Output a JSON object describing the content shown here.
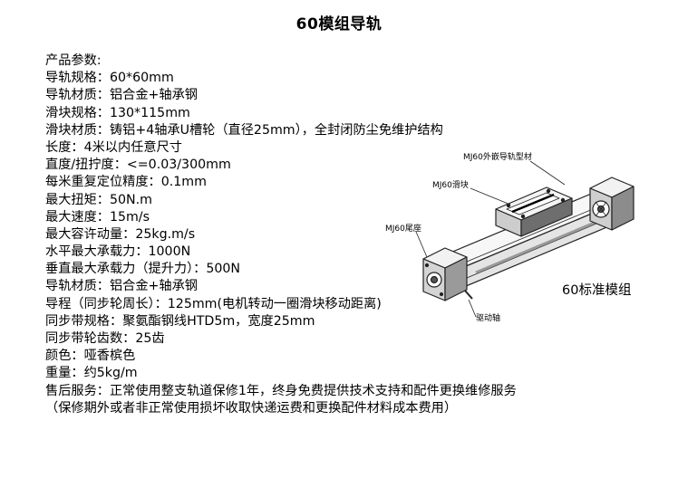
{
  "title": "60模组导轨",
  "specs": [
    "产品参数:",
    "导轨规格：60*60mm",
    "导轨材质：铝合金+轴承钢",
    "滑块规格：130*115mm",
    "滑块材质：铸铝+4轴承U槽轮（直径25mm），全封闭防尘免维护结构",
    "长度：4米以内任意尺寸",
    "直度/扭拧度：<=0.03/300mm",
    "每米重复定位精度：0.1mm",
    "最大扭矩：50N.m",
    "最大速度：15m/s",
    "最大容许动量：25kg.m/s",
    "水平最大承载力：1000N",
    "垂直最大承载力（提升力）：500N",
    "导轨材质：铝合金+轴承钢",
    "导程（同步轮周长）：125mm(电机转动一圈滑块移动距离)",
    "同步带规格：聚氨酯钢线HTD5m，宽度25mm",
    "同步带轮齿数：25齿",
    "颜色：哑香槟色",
    "重量：约5kg/m",
    "售后服务：正常使用整支轨道保修1年，终身免费提供技术支持和配件更换维修服务",
    "（保修期外或者非正常使用损坏收取快递运费和更换配件材料成本费用）"
  ],
  "figure": {
    "label_rail": "MJ60外嵌导轨型材",
    "label_slider": "MJ60滑块",
    "label_tail": "MJ60尾座",
    "label_drive": "驱动轴",
    "model_label": "60标准模组"
  }
}
